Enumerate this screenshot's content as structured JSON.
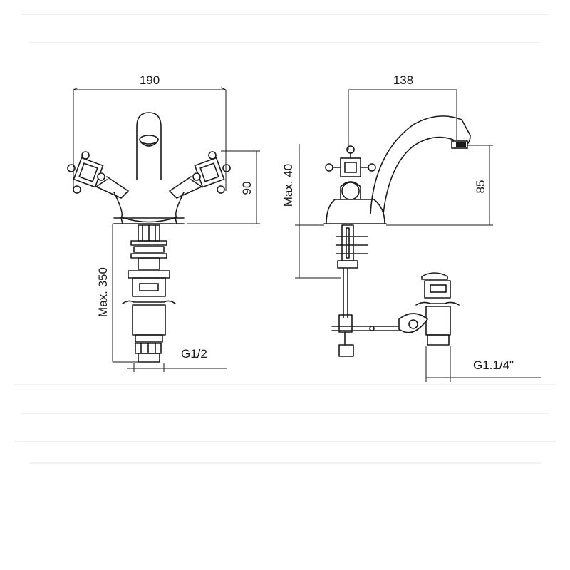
{
  "dimensions": {
    "front_width": "190",
    "side_spout_reach": "138",
    "front_height": "90",
    "side_spout_height": "85",
    "side_max_deck": "Max. 40",
    "front_max_tail": "Max. 350",
    "thread_inlet": "G1/2",
    "thread_waste": "G1.1/4\""
  }
}
